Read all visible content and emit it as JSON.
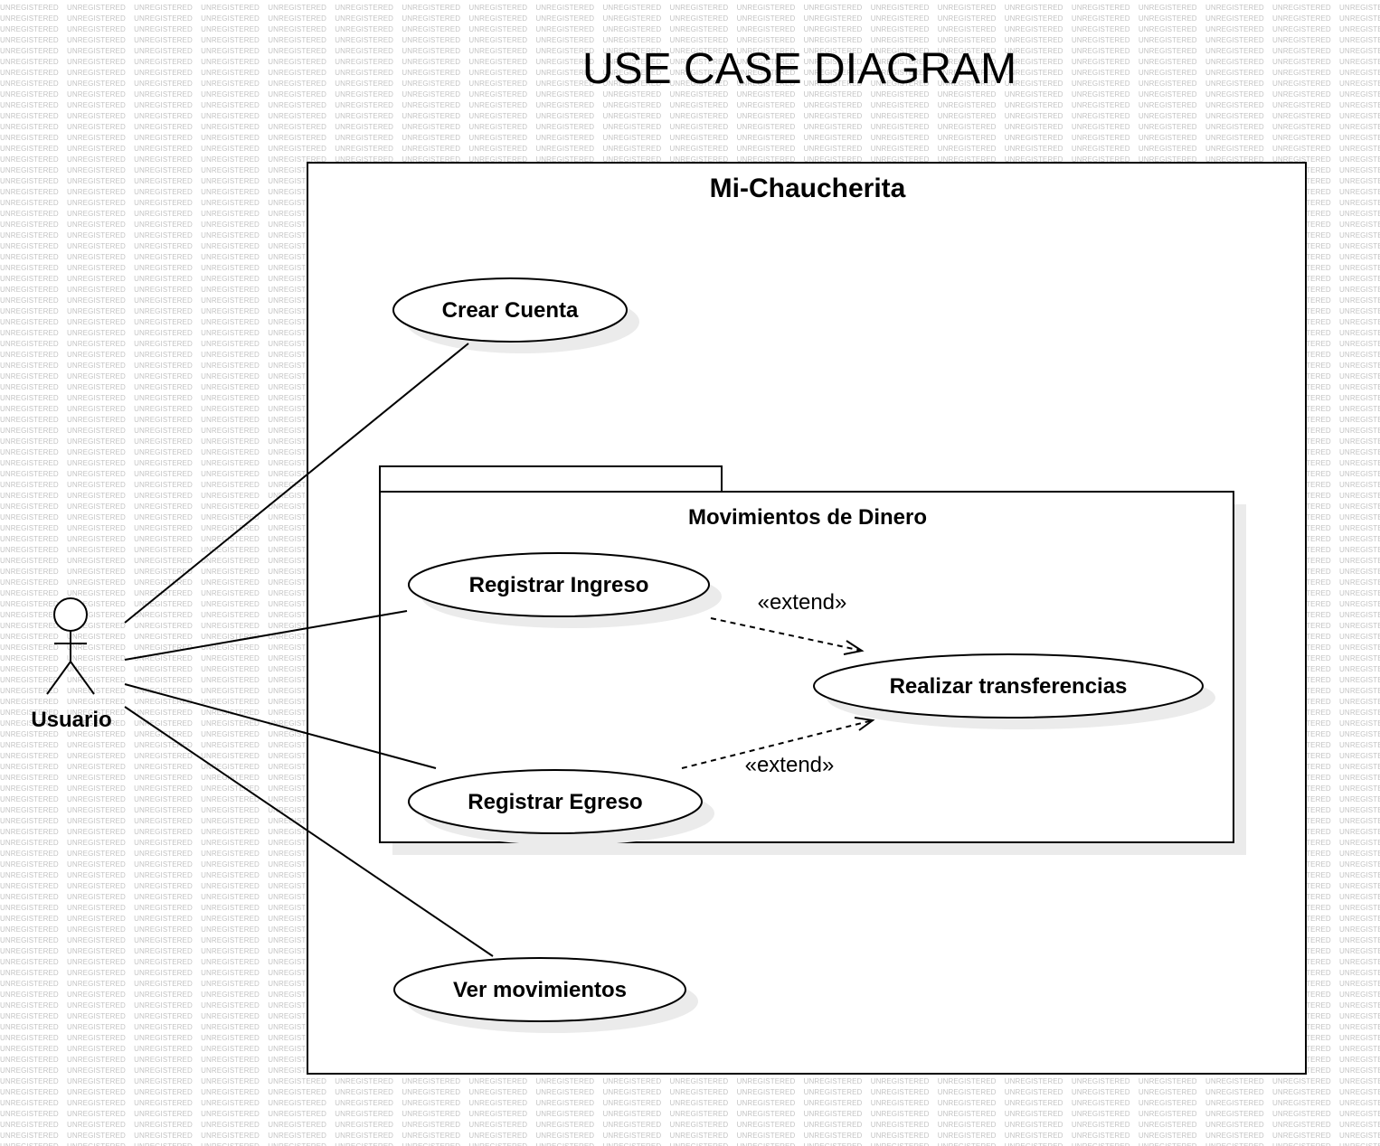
{
  "title": "USE CASE DIAGRAM",
  "watermark": "UNREGISTERED",
  "system": {
    "name": "Mi-Chaucherita"
  },
  "package": {
    "name": "Movimientos de Dinero"
  },
  "actor": {
    "name": "Usuario"
  },
  "use_cases": {
    "crear_cuenta": "Crear Cuenta",
    "registrar_ingreso": "Registrar Ingreso",
    "registrar_egreso": "Registrar Egreso",
    "realizar_transferencias": "Realizar transferencias",
    "ver_movimientos": "Ver movimientos"
  },
  "relations": {
    "extend_1": "«extend»",
    "extend_2": "«extend»"
  }
}
